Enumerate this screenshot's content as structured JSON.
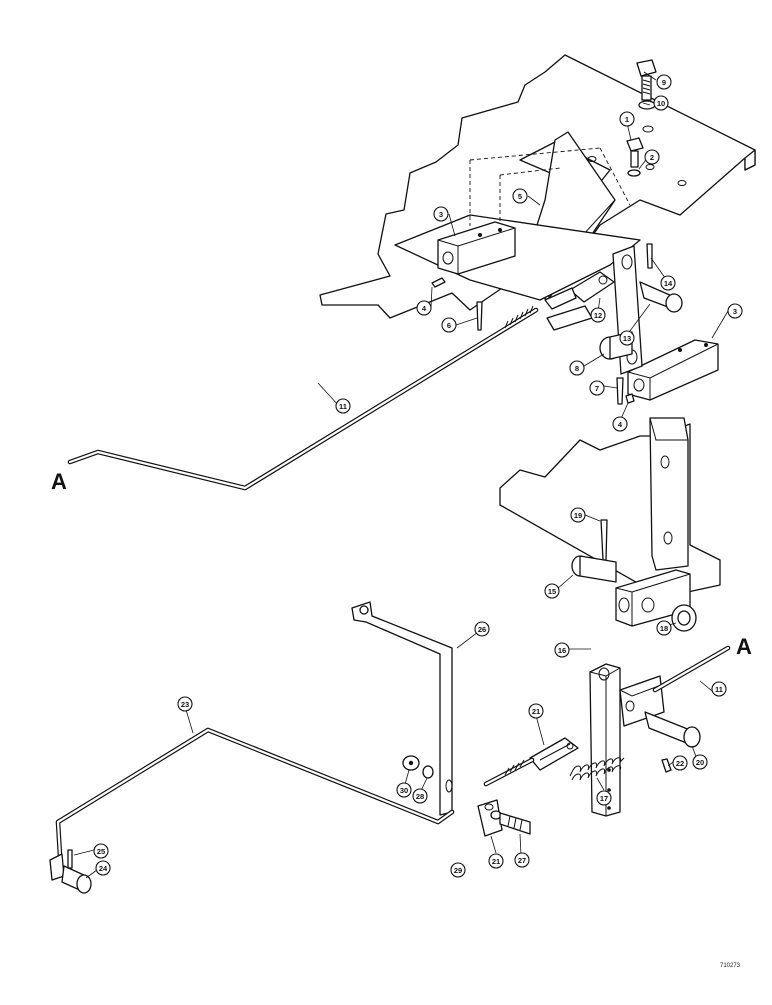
{
  "figure_number": "710273",
  "reference_labels": {
    "left": "A",
    "right": "A"
  },
  "callouts": [
    {
      "id": "c1",
      "label": "1"
    },
    {
      "id": "c2",
      "label": "2"
    },
    {
      "id": "c3a",
      "label": "3"
    },
    {
      "id": "c3b",
      "label": "3"
    },
    {
      "id": "c4a",
      "label": "4"
    },
    {
      "id": "c4b",
      "label": "4"
    },
    {
      "id": "c5",
      "label": "5"
    },
    {
      "id": "c6",
      "label": "6"
    },
    {
      "id": "c7",
      "label": "7"
    },
    {
      "id": "c8",
      "label": "8"
    },
    {
      "id": "c9",
      "label": "9"
    },
    {
      "id": "c10",
      "label": "10"
    },
    {
      "id": "c11a",
      "label": "11"
    },
    {
      "id": "c11b",
      "label": "11"
    },
    {
      "id": "c12",
      "label": "12"
    },
    {
      "id": "c13",
      "label": "13"
    },
    {
      "id": "c14",
      "label": "14"
    },
    {
      "id": "c15",
      "label": "15"
    },
    {
      "id": "c16",
      "label": "16"
    },
    {
      "id": "c17",
      "label": "17"
    },
    {
      "id": "c18",
      "label": "18"
    },
    {
      "id": "c19",
      "label": "19"
    },
    {
      "id": "c20",
      "label": "20"
    },
    {
      "id": "c21a",
      "label": "21"
    },
    {
      "id": "c21b",
      "label": "21"
    },
    {
      "id": "c22",
      "label": "22"
    },
    {
      "id": "c23",
      "label": "23"
    },
    {
      "id": "c24",
      "label": "24"
    },
    {
      "id": "c25",
      "label": "25"
    },
    {
      "id": "c26",
      "label": "26"
    },
    {
      "id": "c27",
      "label": "27"
    },
    {
      "id": "c28",
      "label": "28"
    },
    {
      "id": "c29",
      "label": "29"
    },
    {
      "id": "c30",
      "label": "30"
    }
  ]
}
